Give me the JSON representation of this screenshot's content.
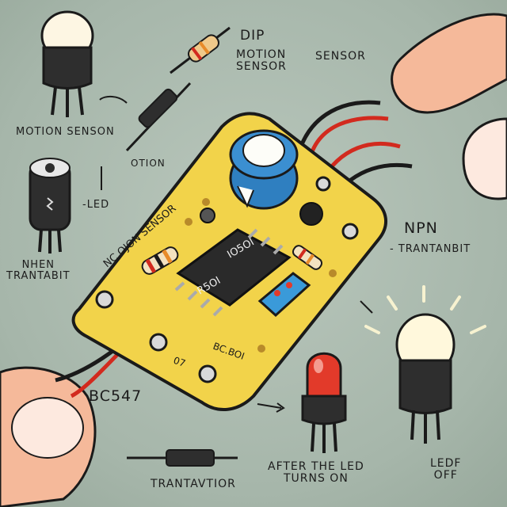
{
  "labels": {
    "dip": "DIP",
    "motion_sensor_top": "MOTION\nSENSOR",
    "sensor_right": "SENSOR",
    "motion_sensor_left": "MOTION SENSON",
    "otion": "OTION",
    "led_dash": "-LED",
    "nhen_trantabit": "NHEN\nTRANTABIT",
    "npn": "NPN",
    "npn_trantanbit": "- TRANTANBIT",
    "bc547": "BC547",
    "trantavtior": "TRANTAVTIOR",
    "after_led_turns_on": "AFTER THE LED\nTURNS ON",
    "ledf_off": "LEDF\nOFF",
    "board_title": "NC OJON SENSOR",
    "chip_text": "IO5OI",
    "chip_text2": "R5OI",
    "board_label_bc": "BC.BOI",
    "board_label_07": "07"
  },
  "colors": {
    "background": "#a9b9ad",
    "board": "#f2d34a",
    "chip": "#2a2a2a",
    "capacitor": "#3b8fd1",
    "led_red": "#e23a2a",
    "led_white": "#fff8dc",
    "wire_red": "#d22a1e",
    "wire_black": "#1a1a1a",
    "skin": "#f5b99a"
  }
}
